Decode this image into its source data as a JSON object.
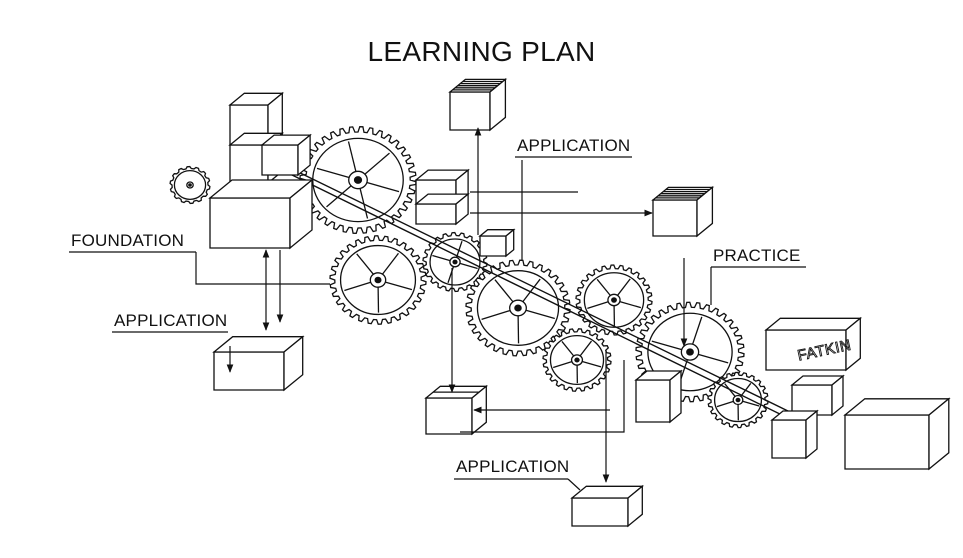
{
  "title": "LEARNING PLAN",
  "labels": {
    "application_top": "APPLICATION",
    "foundation": "FOUNDATION",
    "practice": "PRACTICE",
    "application_left": "APPLICATION",
    "application_bottom": "APPLICATION"
  },
  "machine_sign": "FATKIN",
  "colors": {
    "ink": "#111111",
    "paper": "#ffffff"
  }
}
